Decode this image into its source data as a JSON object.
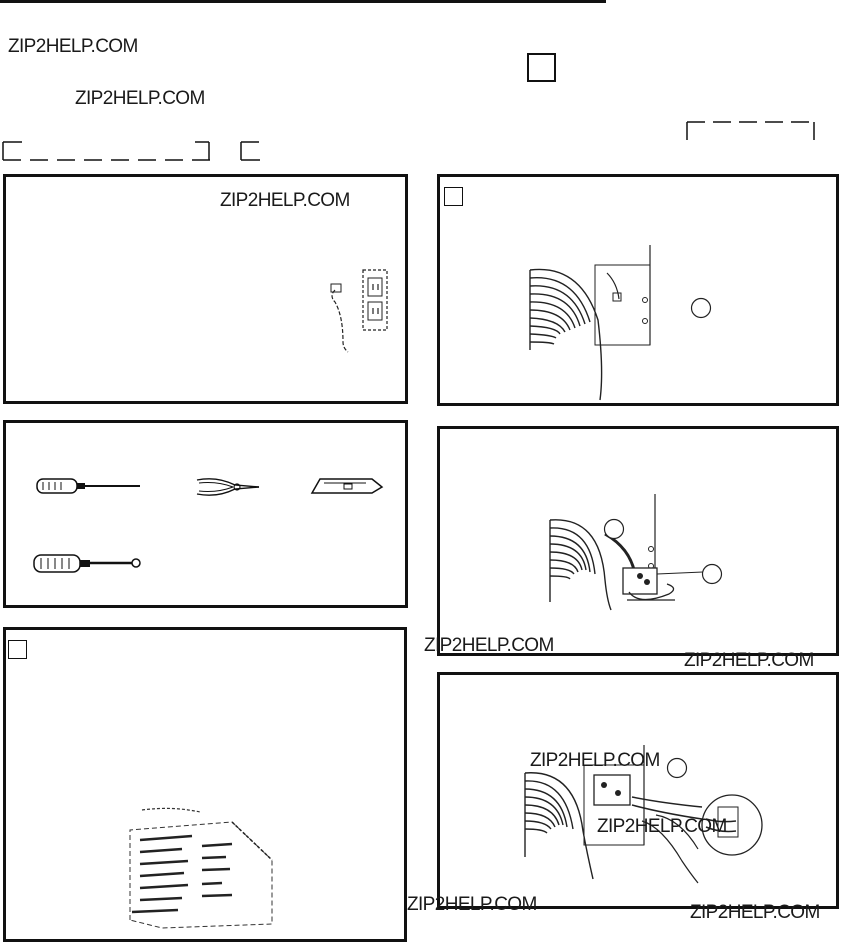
{
  "watermarks": [
    "ZIP2HELP.COM",
    "ZIP2HELP.COM",
    "ZIP2HELP.COM",
    "ZIP2HELP.COM",
    "ZIP2HELP.COM",
    "ZIP2HELP.COM",
    "ZIP2HELP.COM",
    "ZIP2HELP.COM",
    "ZIP2HELP.COM"
  ],
  "colors": {
    "ink": "#111111",
    "paper": "#ffffff"
  },
  "icons": {
    "tools": [
      "screwdriver-icon",
      "pliers-icon",
      "utility-knife-icon",
      "nut-driver-icon"
    ],
    "illustrations": [
      "wall-outlet-icon",
      "heater-grille-icon",
      "thermostat-wiring-icon",
      "wire-connection-icon",
      "cabinet-unit-icon"
    ]
  }
}
